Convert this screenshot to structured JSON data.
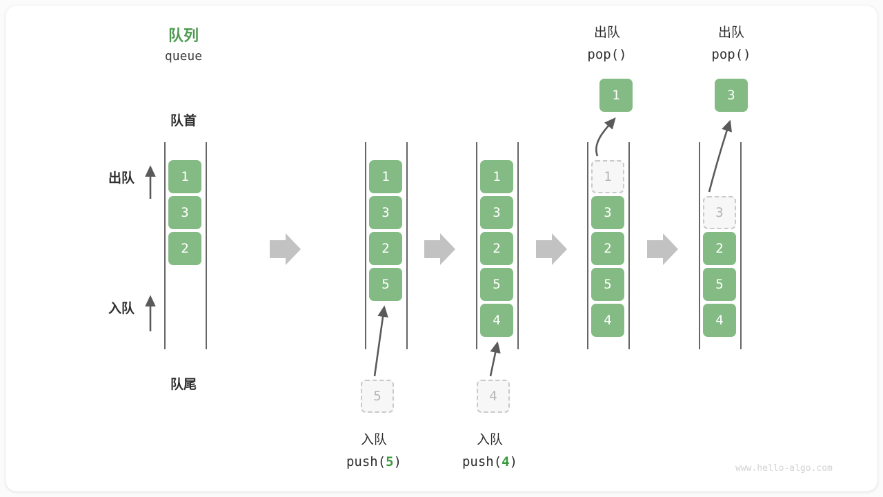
{
  "diagram": {
    "title_cn": "队列",
    "title_en": "queue",
    "front_label": "队首",
    "rear_label": "队尾",
    "dequeue_label": "出队",
    "enqueue_label": "入队",
    "watermark": "www.hello-algo.com",
    "accent_green": "#4e9a51",
    "cell_green": "#84bb84",
    "ghost_gray": "#c9c9c9",
    "arrow_gray": "#c0c0c0",
    "line_gray": "#4a4a4a"
  },
  "side_labels": {
    "dequeue": "出队",
    "enqueue": "入队",
    "front": "队首",
    "rear": "队尾"
  },
  "steps": [
    {
      "id": "initial",
      "cells": [
        {
          "value": "1",
          "state": "filled"
        },
        {
          "value": "3",
          "state": "filled"
        },
        {
          "value": "2",
          "state": "filled"
        }
      ],
      "caption_cn": "",
      "caption_code": "",
      "incoming": null,
      "outgoing": null
    },
    {
      "id": "push-5",
      "cells": [
        {
          "value": "1",
          "state": "filled"
        },
        {
          "value": "3",
          "state": "filled"
        },
        {
          "value": "2",
          "state": "filled"
        },
        {
          "value": "5",
          "state": "filled"
        }
      ],
      "caption_cn": "入队",
      "caption_code_prefix": "push(",
      "caption_code_value": "5",
      "caption_code_suffix": ")",
      "incoming": {
        "value": "5",
        "state": "ghost"
      },
      "outgoing": null
    },
    {
      "id": "push-4",
      "cells": [
        {
          "value": "1",
          "state": "filled"
        },
        {
          "value": "3",
          "state": "filled"
        },
        {
          "value": "2",
          "state": "filled"
        },
        {
          "value": "5",
          "state": "filled"
        },
        {
          "value": "4",
          "state": "filled"
        }
      ],
      "caption_cn": "入队",
      "caption_code_prefix": "push(",
      "caption_code_value": "4",
      "caption_code_suffix": ")",
      "incoming": {
        "value": "4",
        "state": "ghost"
      },
      "outgoing": null
    },
    {
      "id": "pop-1",
      "cells": [
        {
          "value": "1",
          "state": "ghost"
        },
        {
          "value": "3",
          "state": "filled"
        },
        {
          "value": "2",
          "state": "filled"
        },
        {
          "value": "5",
          "state": "filled"
        },
        {
          "value": "4",
          "state": "filled"
        }
      ],
      "header_cn": "出队",
      "header_code": "pop()",
      "outgoing": {
        "value": "1",
        "state": "filled"
      },
      "incoming": null
    },
    {
      "id": "pop-3",
      "cells": [
        {
          "value": "",
          "state": "empty"
        },
        {
          "value": "3",
          "state": "ghost"
        },
        {
          "value": "2",
          "state": "filled"
        },
        {
          "value": "5",
          "state": "filled"
        },
        {
          "value": "4",
          "state": "filled"
        }
      ],
      "header_cn": "出队",
      "header_code": "pop()",
      "outgoing": {
        "value": "3",
        "state": "filled"
      },
      "incoming": null
    }
  ]
}
